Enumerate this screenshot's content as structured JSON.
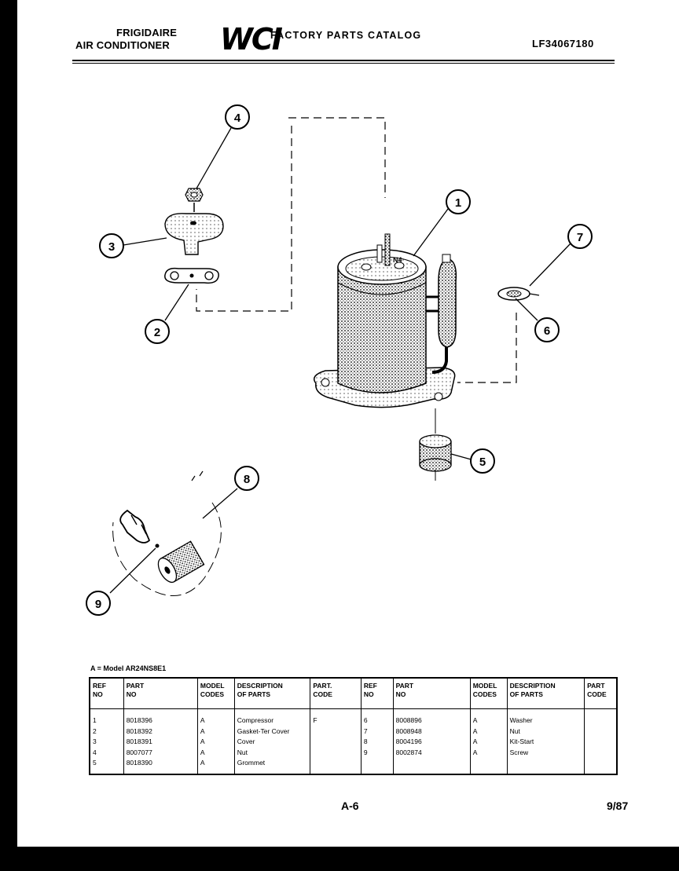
{
  "header": {
    "brand_line1": "FRIGIDAIRE",
    "brand_line2": "AIR CONDITIONER",
    "logo": "WCI",
    "catalog_title": "FACTORY PARTS CATALOG",
    "model_number": "LF34067180"
  },
  "callouts": [
    "1",
    "2",
    "3",
    "4",
    "5",
    "6",
    "7",
    "8",
    "9"
  ],
  "model_note": "A = Model AR24NS8E1",
  "parts_table": {
    "headers": {
      "ref_no": [
        "REF",
        "NO"
      ],
      "part_no": [
        "PART",
        "NO"
      ],
      "model_codes": [
        "MODEL",
        "CODES"
      ],
      "description": [
        "DESCRIPTION",
        "OF PARTS"
      ],
      "part_code": [
        "PART.",
        "CODE"
      ]
    },
    "right_headers": {
      "ref_no": [
        "REF",
        "NO"
      ],
      "part_no": [
        "PART",
        "NO"
      ],
      "model_codes": [
        "MODEL",
        "CODES"
      ],
      "description": [
        "DESCRIPTION",
        "OF PARTS"
      ],
      "part_code": [
        "PART",
        "CODE"
      ]
    },
    "left_rows": [
      {
        "ref": "1",
        "part": "8018396",
        "model": "A",
        "desc": "Compressor",
        "code": "F"
      },
      {
        "ref": "2",
        "part": "8018392",
        "model": "A",
        "desc": "Gasket-Ter Cover",
        "code": ""
      },
      {
        "ref": "3",
        "part": "8018391",
        "model": "A",
        "desc": "Cover",
        "code": ""
      },
      {
        "ref": "4",
        "part": "8007077",
        "model": "A",
        "desc": "Nut",
        "code": ""
      },
      {
        "ref": "5",
        "part": "8018390",
        "model": "A",
        "desc": "Grommet",
        "code": ""
      }
    ],
    "right_rows": [
      {
        "ref": "6",
        "part": "8008896",
        "model": "A",
        "desc": "Washer",
        "code": ""
      },
      {
        "ref": "7",
        "part": "8008948",
        "model": "A",
        "desc": "Nut",
        "code": ""
      },
      {
        "ref": "8",
        "part": "8004196",
        "model": "A",
        "desc": "Kit-Start",
        "code": ""
      },
      {
        "ref": "9",
        "part": "8002874",
        "model": "A",
        "desc": "Screw",
        "code": ""
      }
    ]
  },
  "footer": {
    "page_label": "A-6",
    "date": "9/87"
  }
}
